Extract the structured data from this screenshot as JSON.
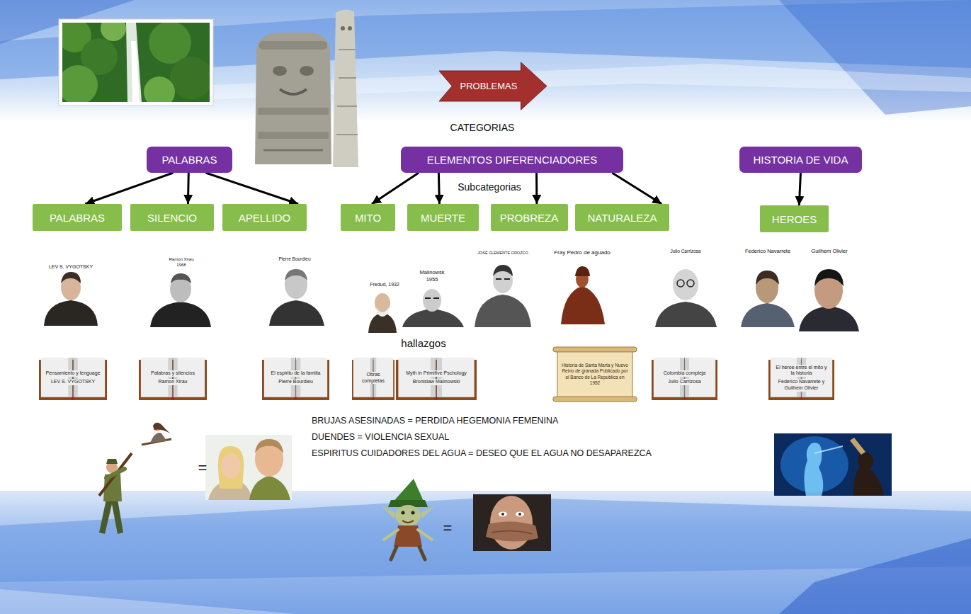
{
  "diagram": {
    "nodes": [
      {
        "text": [
          "PROBLEMAS"
        ]
      },
      {
        "text": [
          "PALABRAS"
        ]
      },
      {
        "text": [
          "ELEMENTOS DIFERENCIADORES"
        ]
      },
      {
        "text": [
          "HISTORIA DE VIDA"
        ]
      },
      {
        "text": [
          "PALABRAS"
        ]
      },
      {
        "text": [
          "SILENCIO"
        ]
      },
      {
        "text": [
          "APELLIDO"
        ]
      },
      {
        "text": [
          "MITO"
        ]
      },
      {
        "text": [
          "MUERTE"
        ]
      },
      {
        "text": [
          "PROBREZA"
        ]
      },
      {
        "text": [
          "NATURALEZA"
        ]
      },
      {
        "text": [
          "HEROES"
        ]
      },
      {
        "text": [
          "Pensamiento y lenguage",
          "LEV S. VYGOTSKY"
        ]
      },
      {
        "text": [
          "Palabras y silencios",
          "Ramon Xirau"
        ]
      },
      {
        "text": [
          "El espiritu de la familia",
          "Pierre Bourdieu"
        ]
      },
      {
        "text": [
          "Obras completas"
        ]
      },
      {
        "text": [
          "Myth in Primitive Pschology",
          "Bronislaw Malinowski"
        ]
      },
      {
        "text": [
          "Historia de Santa Marta y Nuevo Reino de granada Publicado por el Banco de La Republica en 1952"
        ]
      },
      {
        "text": [
          "Colombia compleja",
          "Julio Carrizosa"
        ]
      },
      {
        "text": [
          "El héroe entre el mito y la historia",
          "Federico Navarrete y Guilhem Olivier"
        ]
      }
    ],
    "edges": [
      {
        "from": 1,
        "to": 4,
        "arrow": "to"
      },
      {
        "from": 1,
        "to": 5,
        "arrow": "to"
      },
      {
        "from": 1,
        "to": 6,
        "arrow": "to"
      },
      {
        "from": 2,
        "to": 7,
        "arrow": "to"
      },
      {
        "from": 2,
        "to": 8,
        "arrow": "to"
      },
      {
        "from": 2,
        "to": 9,
        "arrow": "to"
      },
      {
        "from": 2,
        "to": 10,
        "arrow": "to"
      },
      {
        "from": 3,
        "to": 11,
        "arrow": "to"
      }
    ],
    "labels": [
      "CATEGORIAS",
      "Subcategorias",
      "LEV S. VYGOTSKY",
      "Ramón Xirau",
      "1968",
      "Pierre Bourdieu",
      "Fredud, 1932",
      "Malinowsk",
      "1955",
      "JOSÉ CLEMENTE OROZCO",
      "Fray Pedro de aguado",
      "Julio Carrizosa",
      "Federico Navarrete",
      "Guilhem Olivier",
      "hallazgos",
      "BRUJAS ASESINADAS = PERDIDA HEGEMONIA FEMENINA",
      "DUENDES = VIOLENCIA SEXUAL",
      "ESPIRITUS CUIDADORES DEL AGUA = DESEO QUE EL AGUA NO DESAPAREZCA",
      "=",
      "="
    ]
  }
}
